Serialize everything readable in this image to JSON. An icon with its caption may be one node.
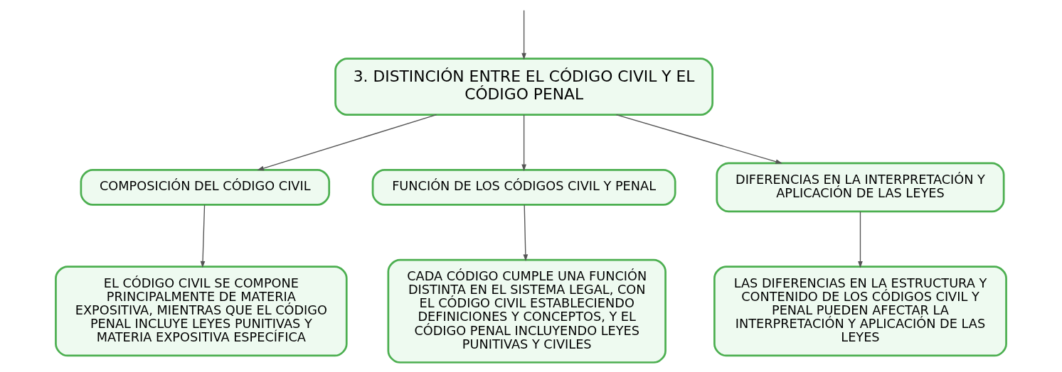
{
  "diagram": {
    "nodes": [
      {
        "text": [
          "3. DISTINCIÓN ENTRE EL CÓDIGO CIVIL Y EL CÓDIGO PENAL"
        ]
      },
      {
        "text": [
          "COMPOSICIÓN DEL CÓDIGO CIVIL"
        ]
      },
      {
        "text": [
          "FUNCIÓN DE LOS CÓDIGOS CIVIL Y PENAL"
        ]
      },
      {
        "text": [
          "DIFERENCIAS EN LA INTERPRETACIÓN Y APLICACIÓN DE LAS LEYES"
        ]
      },
      {
        "text": [
          "EL CÓDIGO CIVIL SE COMPONE PRINCIPALMENTE DE MATERIA EXPOSITIVA, MIENTRAS QUE EL CÓDIGO PENAL INCLUYE LEYES PUNITIVAS Y MATERIA EXPOSITIVA ESPECÍFICA"
        ]
      },
      {
        "text": [
          "CADA CÓDIGO CUMPLE UNA FUNCIÓN DISTINTA EN EL SISTEMA LEGAL, CON EL CÓDIGO CIVIL ESTABLECIENDO DEFINICIONES Y CONCEPTOS, Y EL CÓDIGO PENAL INCLUYENDO LEYES PUNITIVAS Y CIVILES"
        ]
      },
      {
        "text": [
          "LAS DIFERENCIAS EN LA ESTRUCTURA Y CONTENIDO DE LOS CÓDIGOS CIVIL Y PENAL PUEDEN AFECTAR LA INTERPRETACIÓN Y APLICACIÓN DE LAS LEYES"
        ]
      }
    ],
    "edges": [
      {
        "from": null,
        "to": 0,
        "arrow": "to"
      },
      {
        "from": 0,
        "to": 1,
        "arrow": "to"
      },
      {
        "from": 0,
        "to": 2,
        "arrow": "to"
      },
      {
        "from": 0,
        "to": 3,
        "arrow": "to"
      },
      {
        "from": 1,
        "to": 4,
        "arrow": "to"
      },
      {
        "from": 2,
        "to": 5,
        "arrow": "to"
      },
      {
        "from": 3,
        "to": 6,
        "arrow": "to"
      }
    ]
  }
}
